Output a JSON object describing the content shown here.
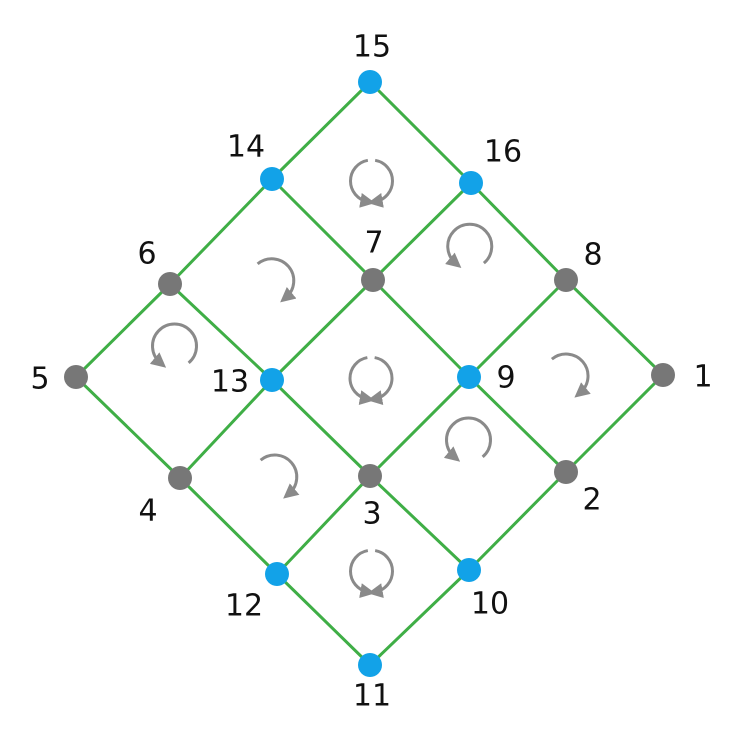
{
  "colors": {
    "edge": "#3fae46",
    "node_gray": "#777777",
    "node_blue": "#12a2e8",
    "rotation": "#8a8a8a",
    "label": "#111111"
  },
  "nodes": [
    {
      "id": "1",
      "label": "1",
      "color": "gray"
    },
    {
      "id": "2",
      "label": "2",
      "color": "gray"
    },
    {
      "id": "3",
      "label": "3",
      "color": "gray"
    },
    {
      "id": "4",
      "label": "4",
      "color": "gray"
    },
    {
      "id": "5",
      "label": "5",
      "color": "gray"
    },
    {
      "id": "6",
      "label": "6",
      "color": "gray"
    },
    {
      "id": "7",
      "label": "7",
      "color": "gray"
    },
    {
      "id": "8",
      "label": "8",
      "color": "gray"
    },
    {
      "id": "9",
      "label": "9",
      "color": "blue"
    },
    {
      "id": "10",
      "label": "10",
      "color": "blue"
    },
    {
      "id": "11",
      "label": "11",
      "color": "blue"
    },
    {
      "id": "12",
      "label": "12",
      "color": "blue"
    },
    {
      "id": "13",
      "label": "13",
      "color": "blue"
    },
    {
      "id": "14",
      "label": "14",
      "color": "blue"
    },
    {
      "id": "15",
      "label": "15",
      "color": "blue"
    },
    {
      "id": "16",
      "label": "16",
      "color": "blue"
    }
  ],
  "edges": [
    [
      "15",
      "14"
    ],
    [
      "14",
      "6"
    ],
    [
      "6",
      "5"
    ],
    [
      "16",
      "7"
    ],
    [
      "7",
      "13"
    ],
    [
      "13",
      "4"
    ],
    [
      "8",
      "9"
    ],
    [
      "9",
      "3"
    ],
    [
      "3",
      "12"
    ],
    [
      "1",
      "2"
    ],
    [
      "2",
      "10"
    ],
    [
      "10",
      "11"
    ],
    [
      "15",
      "16"
    ],
    [
      "16",
      "8"
    ],
    [
      "8",
      "1"
    ],
    [
      "14",
      "7"
    ],
    [
      "7",
      "9"
    ],
    [
      "9",
      "2"
    ],
    [
      "6",
      "13"
    ],
    [
      "13",
      "3"
    ],
    [
      "3",
      "10"
    ],
    [
      "5",
      "4"
    ],
    [
      "4",
      "12"
    ],
    [
      "12",
      "11"
    ]
  ],
  "rotations": [
    {
      "cell": "15-16-7-14",
      "type": "double-arrow"
    },
    {
      "cell": "14-7-13-6",
      "type": "clockwise"
    },
    {
      "cell": "16-8-9-7",
      "type": "counterclockwise"
    },
    {
      "cell": "6-13-4-5",
      "type": "counterclockwise"
    },
    {
      "cell": "7-9-3-13",
      "type": "double-arrow"
    },
    {
      "cell": "8-1-2-9",
      "type": "clockwise"
    },
    {
      "cell": "13-3-12-4",
      "type": "clockwise"
    },
    {
      "cell": "9-2-10-3",
      "type": "counterclockwise"
    },
    {
      "cell": "3-10-11-12",
      "type": "double-arrow"
    }
  ]
}
